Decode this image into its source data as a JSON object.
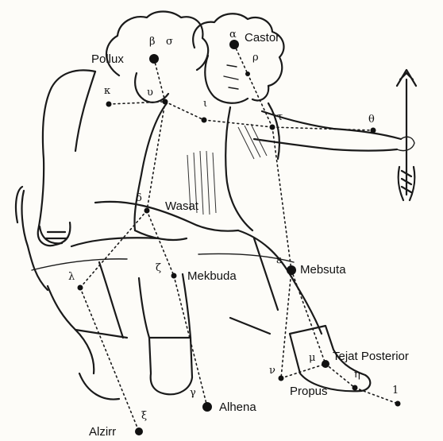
{
  "stars": [
    {
      "id": "pollux",
      "name": "Pollux",
      "greek": "β"
    },
    {
      "id": "sigma",
      "name": "",
      "greek": "σ"
    },
    {
      "id": "castor",
      "name": "Castor",
      "greek": "α"
    },
    {
      "id": "rho",
      "name": "",
      "greek": "ρ"
    },
    {
      "id": "kappa",
      "name": "",
      "greek": "κ"
    },
    {
      "id": "upsilon",
      "name": "",
      "greek": "υ"
    },
    {
      "id": "iota",
      "name": "",
      "greek": "ι"
    },
    {
      "id": "tau",
      "name": "",
      "greek": "τ"
    },
    {
      "id": "theta",
      "name": "",
      "greek": "θ"
    },
    {
      "id": "wasat",
      "name": "Wasat",
      "greek": "δ"
    },
    {
      "id": "mekbuda",
      "name": "Mekbuda",
      "greek": "ζ"
    },
    {
      "id": "mebsuta",
      "name": "Mebsuta",
      "greek": "ε"
    },
    {
      "id": "lambda",
      "name": "",
      "greek": "λ"
    },
    {
      "id": "tejat",
      "name": "Tejat Posterior",
      "greek": "μ"
    },
    {
      "id": "nu",
      "name": "",
      "greek": "ν"
    },
    {
      "id": "eta",
      "name": "",
      "greek": "η"
    },
    {
      "id": "propus",
      "name": "Propus",
      "greek": ""
    },
    {
      "id": "one",
      "name": "",
      "greek": "1"
    },
    {
      "id": "alhena",
      "name": "Alhena",
      "greek": "γ"
    },
    {
      "id": "alzirr",
      "name": "Alzirr",
      "greek": "ξ"
    }
  ]
}
